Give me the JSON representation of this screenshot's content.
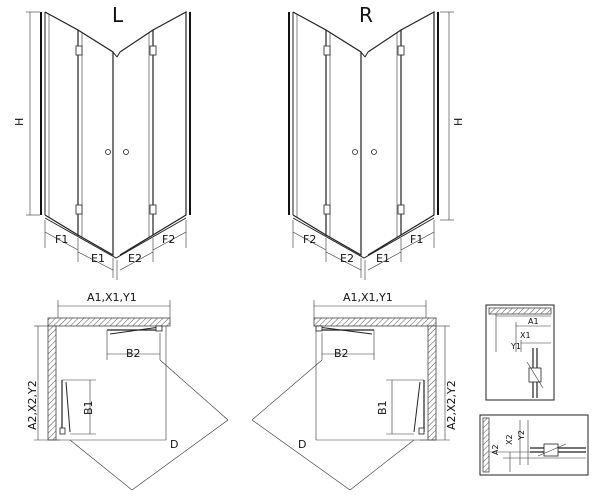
{
  "views": {
    "left_label": "L",
    "right_label": "R"
  },
  "dims": {
    "height": "H",
    "f1": "F1",
    "f2": "F2",
    "e1": "E1",
    "e2": "E2",
    "a1x1y1": "A1,X1,Y1",
    "a2x2y2": "A2,X2,Y2",
    "b1": "B1",
    "b2": "B2",
    "d": "D",
    "a1": "A1",
    "x1": "X1",
    "y1": "Y1",
    "a2": "A2",
    "x2": "X2",
    "y2": "Y2"
  },
  "colors": {
    "line": "#222222",
    "hatch": "#555555",
    "background": "#ffffff"
  }
}
